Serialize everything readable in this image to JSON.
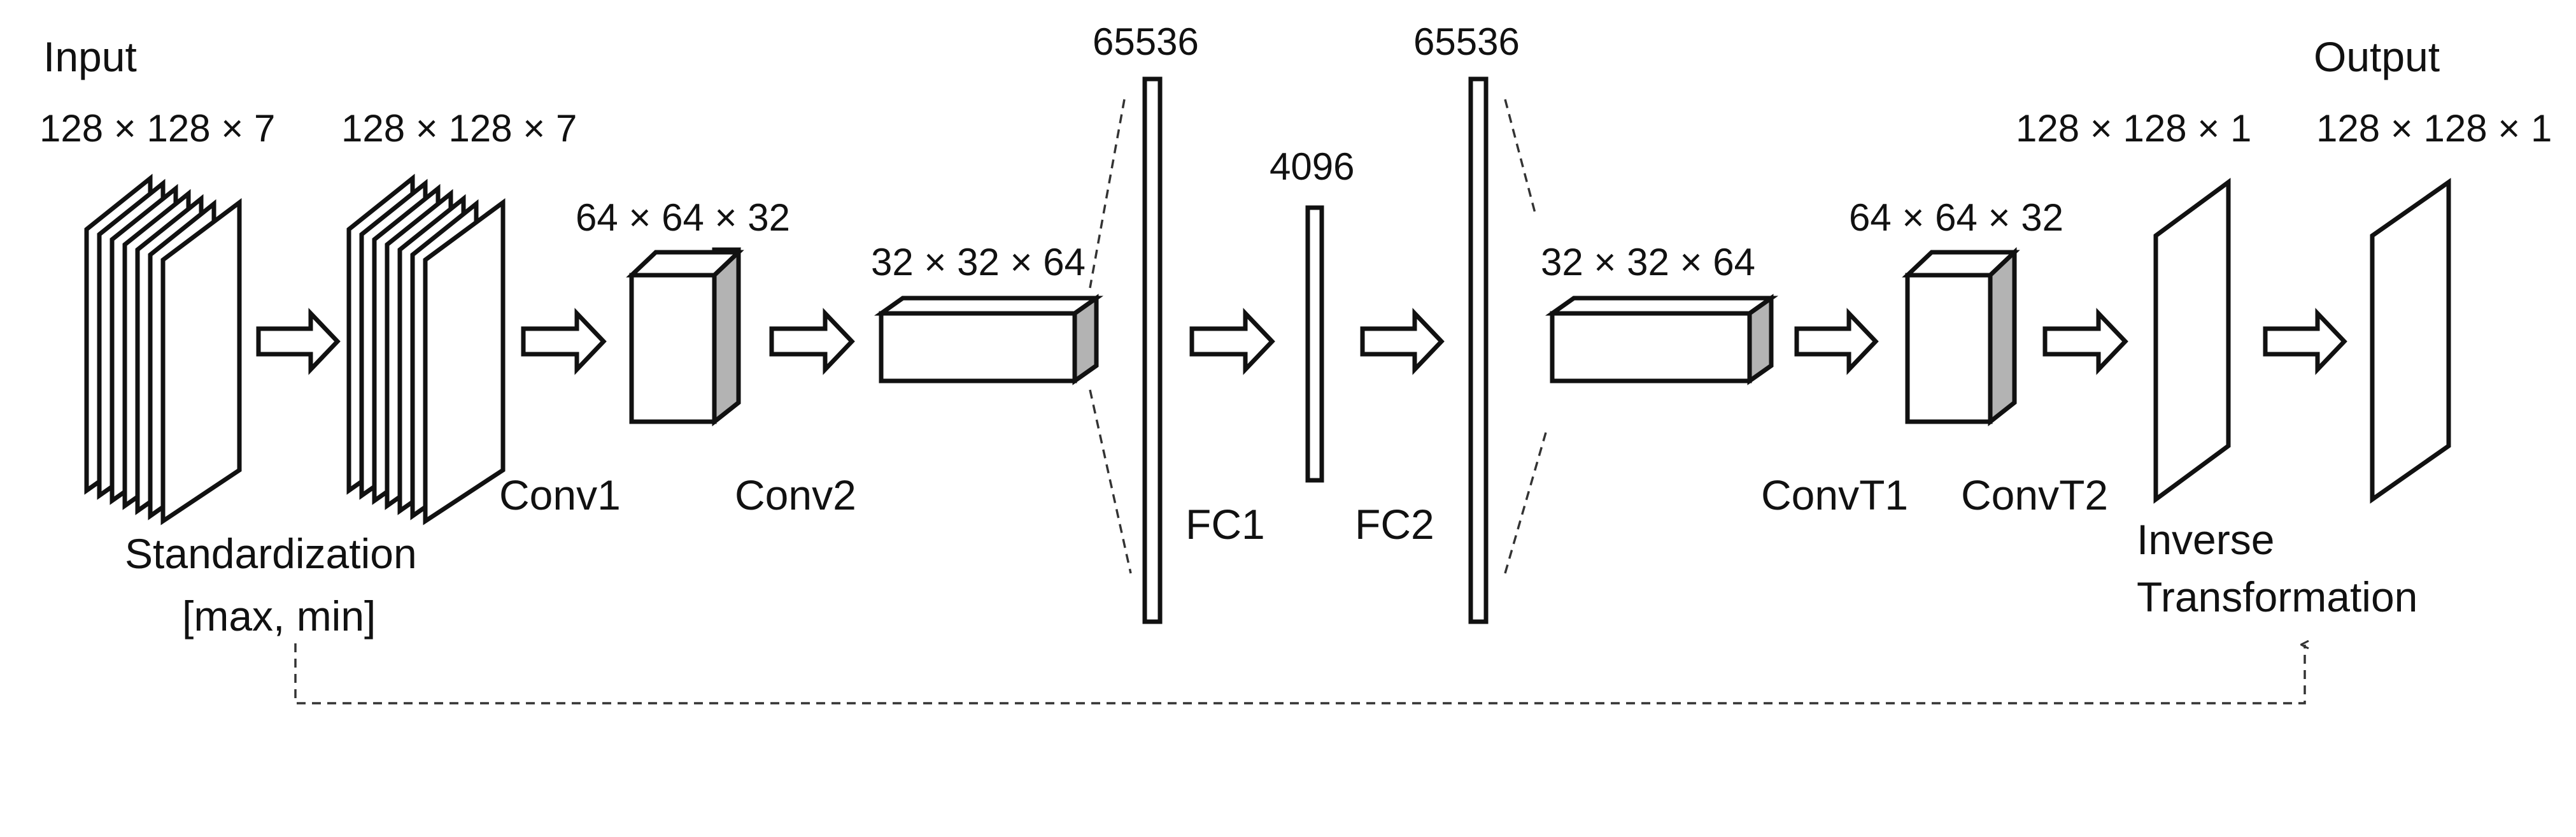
{
  "labels": {
    "input": "Input",
    "output": "Output",
    "standardization": "Standardization",
    "standardization_range": "[max, min]",
    "conv1": "Conv1",
    "conv2": "Conv2",
    "fc1": "FC1",
    "fc2": "FC2",
    "convt1": "ConvT1",
    "convt2": "ConvT2",
    "inverse": "Inverse",
    "transformation": "Transformation"
  },
  "dims": {
    "input": "128 × 128 × 7",
    "standardized": "128 × 128 × 7",
    "conv1": "64 × 64 × 32",
    "conv2": "32 × 32 × 64",
    "fc_in": "65536",
    "fc_hidden": "4096",
    "fc_out": "65536",
    "reshape": "32 × 32 × 64",
    "convt1": "64 × 64 × 32",
    "convt2": "128 × 128 × 1",
    "output": "128 × 128 × 1"
  },
  "colors": {
    "line": "#111111",
    "shade": "#b3b3b3",
    "background": "#ffffff"
  }
}
